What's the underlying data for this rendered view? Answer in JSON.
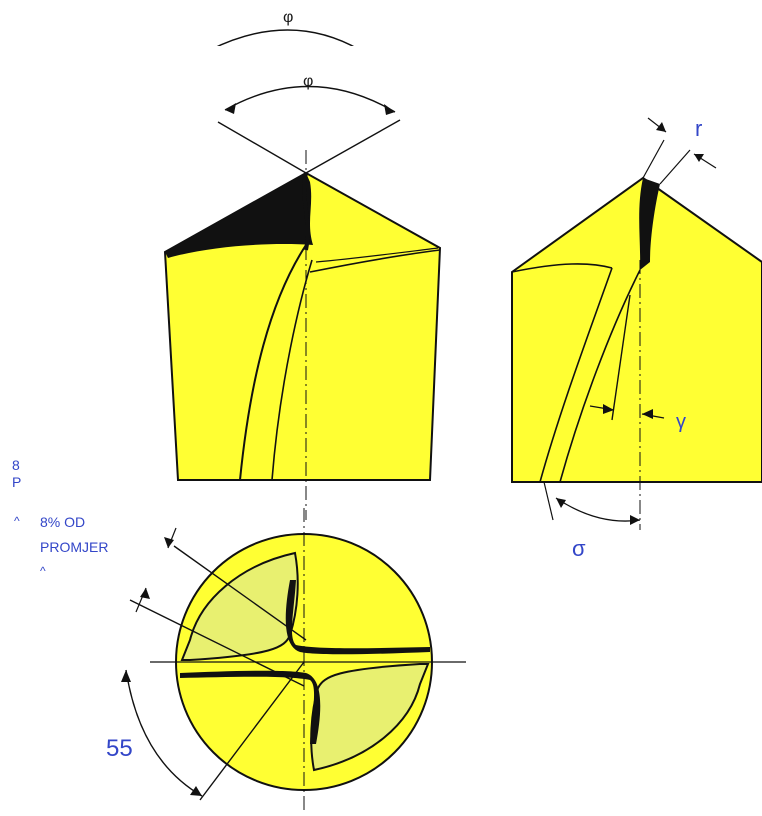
{
  "labels": {
    "phi_top_ghost": "φ",
    "phi_top": "φ",
    "tau": "r",
    "gamma": "γ",
    "sigma": "σ",
    "web_note_line1": "8% OD",
    "web_note_line2": "PROMJER",
    "web_note_caret": "^",
    "edge_fragment_1": "8",
    "edge_fragment_2": "P",
    "edge_fragment_3": "^",
    "angle_55": "55"
  },
  "colors": {
    "body_fill": "#ffff33",
    "body_fill_light": "#ffff66",
    "flute_fill": "#e8f070",
    "outline": "#111111",
    "label_blue": "#3346c8"
  }
}
